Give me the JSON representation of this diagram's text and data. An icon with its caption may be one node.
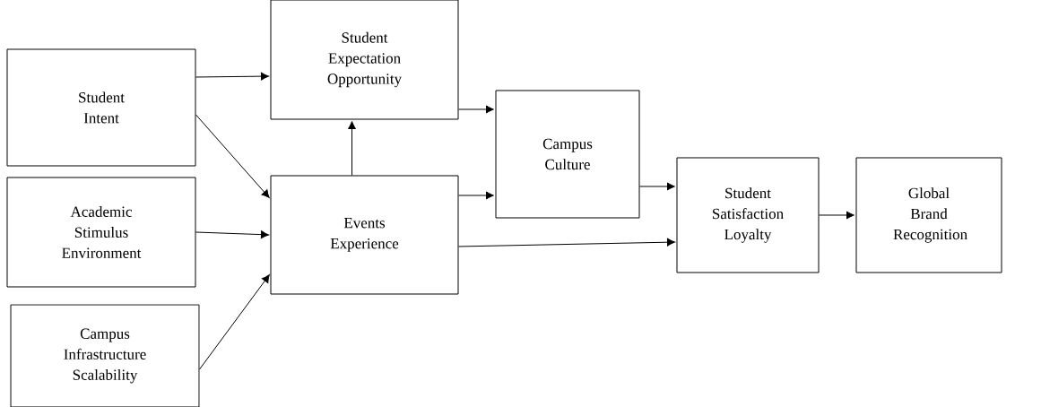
{
  "diagram": {
    "nodes": [
      {
        "text": [
          "Student Intent"
        ]
      },
      {
        "text": [
          "Student Expectation Opportunity"
        ]
      },
      {
        "text": [
          "Academic Stimulus Environment"
        ]
      },
      {
        "text": [
          "Events Experience"
        ]
      },
      {
        "text": [
          "Campus Infrastructure Scalability"
        ]
      },
      {
        "text": [
          "Campus Culture"
        ]
      },
      {
        "text": [
          "Student Satisfaction Loyalty"
        ]
      },
      {
        "text": [
          "Global Brand Recognition"
        ]
      }
    ],
    "edges": [
      {
        "from": 0,
        "to": 1,
        "arrow": "to"
      },
      {
        "from": 0,
        "to": 3,
        "arrow": "to"
      },
      {
        "from": 2,
        "to": 3,
        "arrow": "to"
      },
      {
        "from": 4,
        "to": 3,
        "arrow": "to"
      },
      {
        "from": 3,
        "to": 1,
        "arrow": "to"
      },
      {
        "from": 1,
        "to": 5,
        "arrow": "to"
      },
      {
        "from": 3,
        "to": 5,
        "arrow": "to"
      },
      {
        "from": 3,
        "to": 6,
        "arrow": "to"
      },
      {
        "from": 5,
        "to": 6,
        "arrow": "to"
      },
      {
        "from": 6,
        "to": 7,
        "arrow": "to"
      }
    ]
  }
}
